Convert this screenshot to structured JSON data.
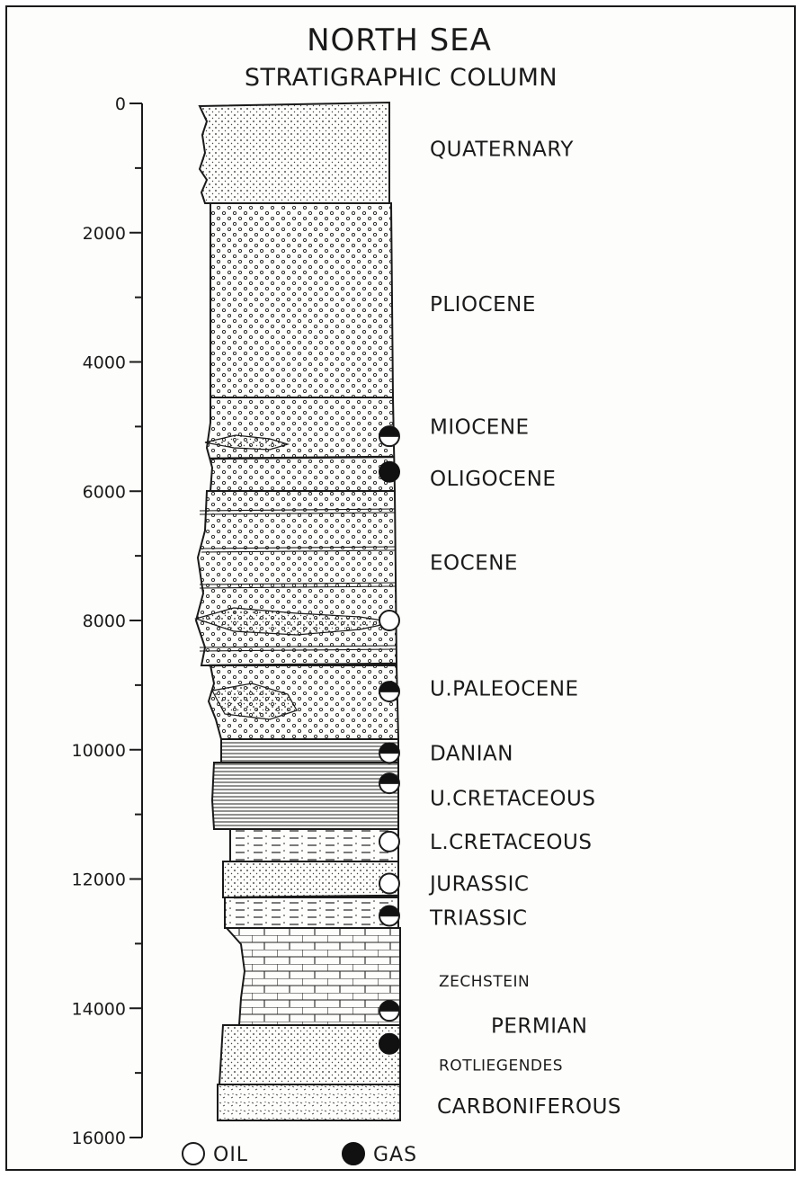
{
  "title": "NORTH SEA",
  "subtitle": "STRATIGRAPHIC COLUMN",
  "depth_axis": {
    "ticks": [
      "0",
      "2000",
      "4000",
      "6000",
      "8000",
      "10000",
      "12000",
      "14000",
      "16000"
    ],
    "tick_values": [
      0,
      2000,
      4000,
      6000,
      8000,
      10000,
      12000,
      14000,
      16000
    ],
    "range": [
      0,
      16000
    ],
    "minor_step": 1000
  },
  "units": [
    {
      "label": "QUATERNARY",
      "label_depth": 700,
      "size": "normal"
    },
    {
      "label": "PLIOCENE",
      "label_depth": 3100,
      "size": "normal"
    },
    {
      "label": "MIOCENE",
      "label_depth": 5000,
      "size": "normal"
    },
    {
      "label": "OLIGOCENE",
      "label_depth": 5800,
      "size": "normal"
    },
    {
      "label": "EOCENE",
      "label_depth": 7100,
      "size": "normal"
    },
    {
      "label": "U.PALEOCENE",
      "label_depth": 9050,
      "size": "normal"
    },
    {
      "label": "DANIAN",
      "label_depth": 10050,
      "size": "normal"
    },
    {
      "label": "U.CRETACEOUS",
      "label_depth": 10750,
      "size": "normal"
    },
    {
      "label": "L.CRETACEOUS",
      "label_depth": 11420,
      "size": "normal"
    },
    {
      "label": "JURASSIC",
      "label_depth": 12070,
      "size": "normal"
    },
    {
      "label": "TRIASSIC",
      "label_depth": 12600,
      "size": "normal"
    },
    {
      "label": "ZECHSTEIN",
      "label_depth": 13550,
      "size": "small"
    },
    {
      "label": "PERMIAN",
      "label_depth": 14270,
      "size": "normal"
    },
    {
      "label": "ROTLIEGENDES",
      "label_depth": 14850,
      "size": "small"
    },
    {
      "label": "CARBONIFEROUS",
      "label_depth": 15510,
      "size": "normal"
    }
  ],
  "occurrences": [
    {
      "type": "oil-gas",
      "depth": 5150
    },
    {
      "type": "gas",
      "depth": 5700
    },
    {
      "type": "oil",
      "depth": 8000
    },
    {
      "type": "oil-gas",
      "depth": 9100
    },
    {
      "type": "oil-gas",
      "depth": 10050
    },
    {
      "type": "oil-gas",
      "depth": 10520
    },
    {
      "type": "oil",
      "depth": 11420
    },
    {
      "type": "oil",
      "depth": 12070
    },
    {
      "type": "oil-gas",
      "depth": 12570
    },
    {
      "type": "oil-gas",
      "depth": 14040
    },
    {
      "type": "gas",
      "depth": 14550
    }
  ],
  "legend": {
    "oil_label": "OIL",
    "gas_label": "GAS"
  }
}
